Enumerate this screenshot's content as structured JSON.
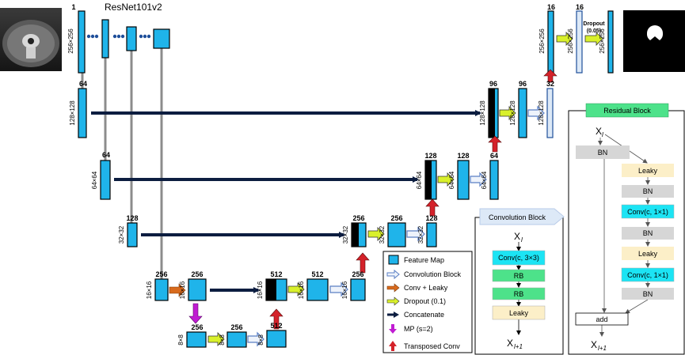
{
  "title": "ResNet101v2",
  "channels": {
    "enc_1": "1",
    "enc_2": "64",
    "enc_3": "64",
    "enc_4": "128",
    "enc_5": "256",
    "b_a": "256",
    "b_b": "256",
    "b_c": "256",
    "b_d": "512",
    "d4_cat": "512",
    "d4_cb": "512",
    "d4_out": "256",
    "d3_cat": "256",
    "d3_cb": "256",
    "d3_out": "128",
    "d2_cat": "128",
    "d2_cb": "128",
    "d2_out": "64",
    "d1_cat": "96",
    "d1_cb": "96",
    "d1_out": "32",
    "d0_a": "16",
    "d0_b": "16"
  },
  "dims": {
    "enc_1": "256×256",
    "enc_2": "128×128",
    "enc_3": "64×64",
    "enc_4": "32×32",
    "enc_5": "16×16",
    "b_b": "16×16",
    "b_c": "8×8",
    "b_d": "8×8",
    "b_e": "8×8",
    "d4_cat": "16×16",
    "d4_cb": "16×16",
    "d4_out": "16×16",
    "d3_cat": "32×32",
    "d3_cb": "32×32",
    "d3_out": "32×32",
    "d2_cat": "64×64",
    "d2_cb": "64×64",
    "d2_out": "64×64",
    "d1_cat": "128×128",
    "d1_cb": "128×128",
    "d1_out": "128×128",
    "d0_a": "256×256",
    "d0_b": "256×256",
    "d0_c": "256×256"
  },
  "dropout_top": "Dropout",
  "dropout_top_value": "(0.05)",
  "legend": {
    "feature_map": "Feature Map",
    "conv_block": "Convolution Block",
    "conv_leaky": "Conv + Leaky",
    "dropout": "Dropout (0.1)",
    "concat": "Concatenate",
    "mp": "MP (s=2)",
    "tconv": "Transposed Conv"
  },
  "conv_block": {
    "title": "Convolution Block",
    "input": "X",
    "input_sub": "l",
    "layers": [
      "Conv(c, 3×3)",
      "RB",
      "RB",
      "Leaky"
    ],
    "output": "X",
    "output_sub": "l+1"
  },
  "residual_block": {
    "title": "Residual Block",
    "input": "X",
    "input_sub": "l",
    "bn_skip": "BN",
    "layers": [
      "Leaky",
      "BN",
      "Conv(c, 1×1)",
      "BN",
      "Leaky",
      "Conv(c, 1×1)",
      "BN"
    ],
    "add": "add",
    "output": "X",
    "output_sub": "l+1"
  },
  "colors": {
    "feature_map": "#1fb4ea",
    "conv_block_box": "#dde9f7",
    "arrow_navy": "#0c1d40",
    "conv_leaky": "#d86a1d",
    "dropout": "#d9f02b",
    "mp": "#c01cd2",
    "tconv": "#d4222a",
    "cyan_layer": "#1ce4f4",
    "green_layer": "#4de28a",
    "leaky_layer": "#fcefc8",
    "bn_layer": "#d6d6d6"
  }
}
